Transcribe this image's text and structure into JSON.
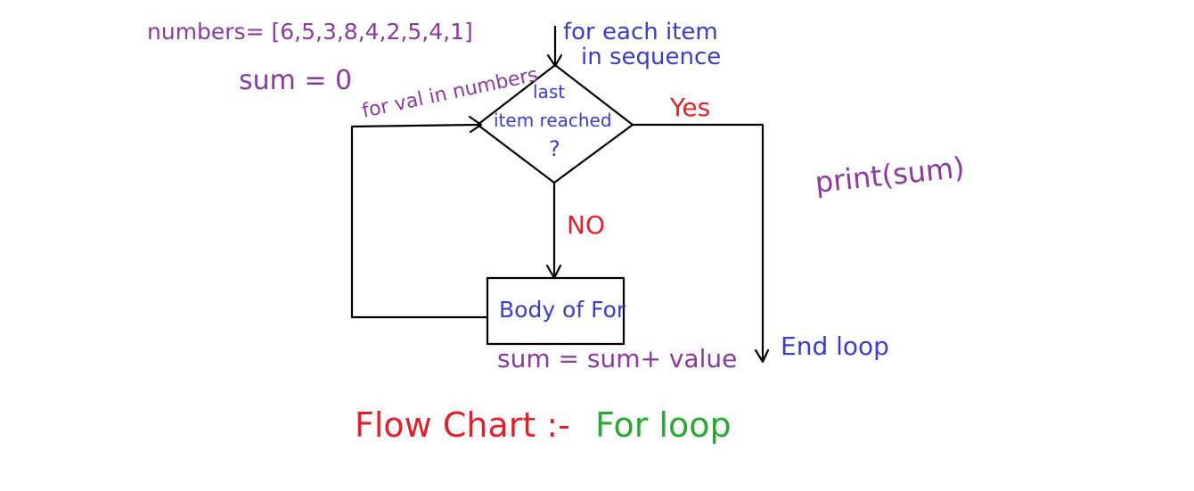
{
  "diagram": {
    "numbers_label": "numbers= [6,5,3,8,4,2,5,4,1]",
    "for_each_line1": "for each item",
    "for_each_line2": "in sequence",
    "sum_init": "sum = 0",
    "for_val": "for val in numbers",
    "decision_line1": "last",
    "decision_line2": "item reached",
    "decision_line3": "?",
    "yes_label": "Yes",
    "no_label": "NO",
    "print_label": "print(sum)",
    "body_label": "Body of For",
    "sum_update": "sum = sum+ value",
    "end_loop": "End loop",
    "title_part1": "Flow Chart :-",
    "title_part2": "For loop"
  },
  "colors": {
    "purple": "#8b3a9e",
    "blue": "#3b3ec4",
    "red": "#e0202a",
    "green": "#2aa836",
    "line": "#000000"
  }
}
